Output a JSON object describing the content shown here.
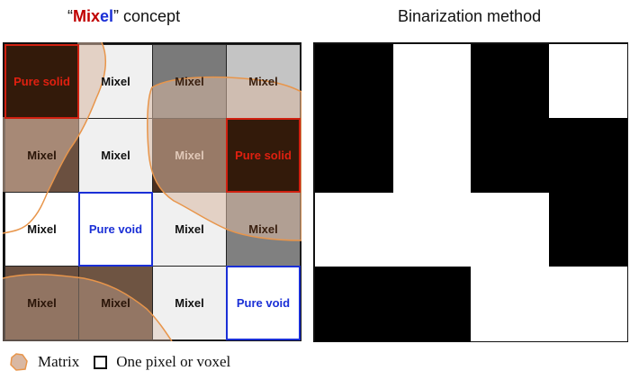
{
  "left_panel": {
    "title_open_quote": "“",
    "title_mi": "Mi",
    "title_x": "x",
    "title_el": "el",
    "title_close": "” concept",
    "colors": {
      "mi_x": "#c00000",
      "el": "#1a2fd6",
      "pure_solid_border": "#d02010",
      "pure_void_border": "#1a2fd6",
      "matrix_fill": "#d9b8a3",
      "matrix_outline": "#e8954a"
    },
    "cells": [
      {
        "row": 0,
        "col": 0,
        "label": "Pure solid",
        "bg": "#331a0a",
        "text_color": "#e02010",
        "border": "#d02010"
      },
      {
        "row": 0,
        "col": 1,
        "label": "Mixel",
        "bg": "#f0f0f0",
        "text_color": "#111"
      },
      {
        "row": 0,
        "col": 2,
        "label": "Mixel",
        "bg": "#7a7a7a",
        "text_color": "#3a2010"
      },
      {
        "row": 0,
        "col": 3,
        "label": "Mixel",
        "bg": "#c4c4c4",
        "text_color": "#3a2010"
      },
      {
        "row": 1,
        "col": 0,
        "label": "Mixel",
        "bg": "#6b5040",
        "text_color": "#2a1508"
      },
      {
        "row": 1,
        "col": 1,
        "label": "Mixel",
        "bg": "#f0f0f0",
        "text_color": "#111"
      },
      {
        "row": 1,
        "col": 2,
        "label": "Mixel",
        "bg": "#4b3020",
        "text_color": "#e0c8b8"
      },
      {
        "row": 1,
        "col": 3,
        "label": "Pure solid",
        "bg": "#331a0a",
        "text_color": "#e02010",
        "border": "#d02010"
      },
      {
        "row": 2,
        "col": 0,
        "label": "Mixel",
        "bg": "#ffffff",
        "text_color": "#111"
      },
      {
        "row": 2,
        "col": 1,
        "label": "Pure void",
        "bg": "#ffffff",
        "text_color": "#1a2fd6",
        "border": "#1a2fd6"
      },
      {
        "row": 2,
        "col": 2,
        "label": "Mixel",
        "bg": "#f0f0f0",
        "text_color": "#111"
      },
      {
        "row": 2,
        "col": 3,
        "label": "Mixel",
        "bg": "#808080",
        "text_color": "#3a2010"
      },
      {
        "row": 3,
        "col": 0,
        "label": "Mixel",
        "bg": "#6b5040",
        "text_color": "#2a1508"
      },
      {
        "row": 3,
        "col": 1,
        "label": "Mixel",
        "bg": "#6e5442",
        "text_color": "#2a1508"
      },
      {
        "row": 3,
        "col": 2,
        "label": "Mixel",
        "bg": "#f0f0f0",
        "text_color": "#111"
      },
      {
        "row": 3,
        "col": 3,
        "label": "Pure void",
        "bg": "#ffffff",
        "text_color": "#1a2fd6",
        "border": "#1a2fd6"
      }
    ]
  },
  "right_panel": {
    "title": "Binarization method",
    "binary_grid": [
      [
        1,
        0,
        1,
        0
      ],
      [
        1,
        0,
        1,
        1
      ],
      [
        0,
        0,
        0,
        1
      ],
      [
        1,
        1,
        0,
        0
      ]
    ]
  },
  "legend": {
    "matrix_label": "Matrix",
    "pixel_label": "One pixel or voxel"
  }
}
